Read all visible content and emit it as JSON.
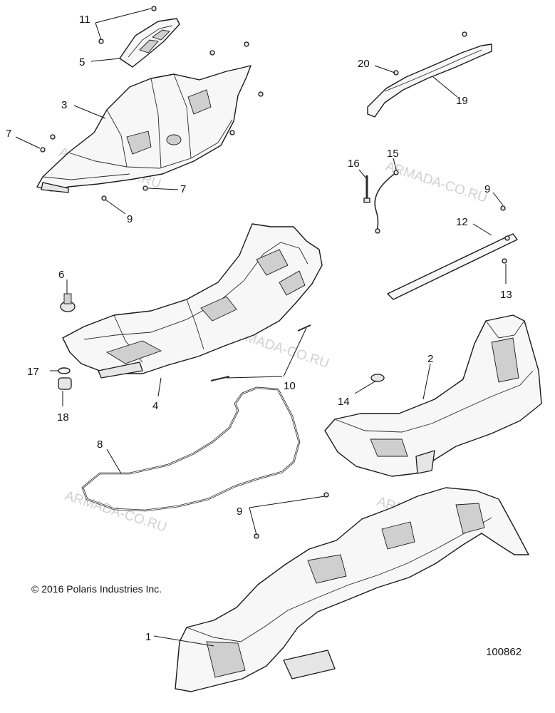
{
  "callouts": {
    "c1": "1",
    "c2": "2",
    "c3": "3",
    "c4": "4",
    "c5": "5",
    "c6": "6",
    "c7a": "7",
    "c7b": "7",
    "c8": "8",
    "c9a": "9",
    "c9b": "9",
    "c9c": "9",
    "c10": "10",
    "c11": "11",
    "c12": "12",
    "c13": "13",
    "c14": "14",
    "c15": "15",
    "c16": "16",
    "c17": "17",
    "c18": "18",
    "c19": "19",
    "c20": "20"
  },
  "watermark": "ARMADA-CO.RU",
  "copyright": "© 2016 Polaris Industries Inc.",
  "drawing_number": "100862"
}
